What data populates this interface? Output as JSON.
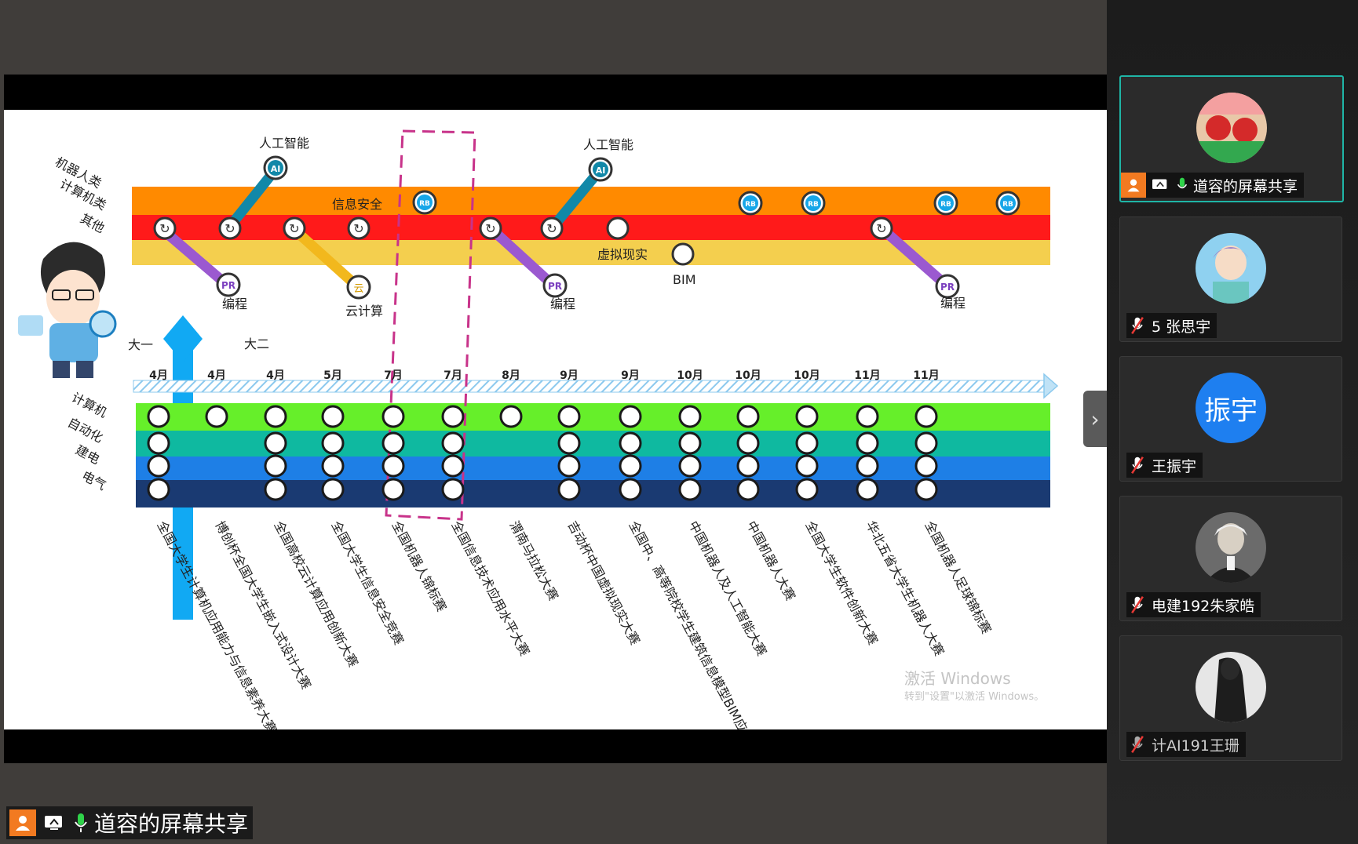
{
  "slide": {
    "top_labels": {
      "ai_1": "人工智能",
      "ai_2": "人工智能",
      "security": "信息安全",
      "vr": "虚拟现实",
      "bim": "BIM",
      "prog_1": "编程",
      "cloud": "云计算",
      "prog_2": "编程",
      "prog_3": "编程"
    },
    "track_labels": [
      "机器人类",
      "计算机类",
      "其他"
    ],
    "year_labels": {
      "y1": "大一",
      "y2": "大二"
    },
    "badges": {
      "ai": "AI",
      "pr": "PR",
      "rb": "RB",
      "cloud": "云"
    },
    "months": [
      "4月",
      "4月",
      "4月",
      "5月",
      "7月",
      "7月",
      "8月",
      "9月",
      "9月",
      "10月",
      "10月",
      "10月",
      "11月",
      "11月"
    ],
    "majors": [
      "计算机",
      "自动化",
      "建电",
      "电气"
    ],
    "competitions": [
      "全国大学生计算机应用能力与信息素养大赛",
      "博创杯全国大学生嵌入式设计大赛",
      "全国高校云计算应用创新大赛",
      "全国大学生信息安全竞赛",
      "全国机器人锦标赛",
      "全国信息技术应用水平大赛",
      "渭南马拉松大赛",
      "吉动杯中国虚拟现实大赛",
      "全国中、高等院校学生建筑信息模型BIM应用技能大赛",
      "中国机器人及人工智能大赛",
      "中国机器人大赛",
      "全国大学生软件创新大赛",
      "华北五省大学生机器人大赛",
      "全国机器人足球锦标赛"
    ],
    "watermark": {
      "line1": "激活 Windows",
      "line2": "转到\"设置\"以激活 Windows。"
    }
  },
  "share_bar": {
    "title": "道容的屏幕共享"
  },
  "participants": [
    {
      "name": "道容的屏幕共享",
      "status": "sharing"
    },
    {
      "name": "5 张思宇",
      "status": "muted"
    },
    {
      "name": "王振宇",
      "status": "muted",
      "avatar_text": "振宇"
    },
    {
      "name": "电建192朱家皓",
      "status": "muted"
    },
    {
      "name": "计AI191王珊",
      "status": "muted"
    }
  ],
  "colors": {
    "track_orange": "#ff8a00",
    "track_red": "#ff1a1a",
    "track_yellow": "#f4cf4e",
    "band_green": "#66ef2a",
    "band_teal": "#0fb9a0",
    "band_blue": "#1e7fe6",
    "band_navy": "#1a3a72",
    "arrow_blue": "#11a9f3",
    "link_purple": "#9b59d0",
    "link_teal": "#1188a8",
    "link_yellow": "#f2b81d",
    "highlight_dash": "#c8338a",
    "accent": "#1fb5a6"
  }
}
